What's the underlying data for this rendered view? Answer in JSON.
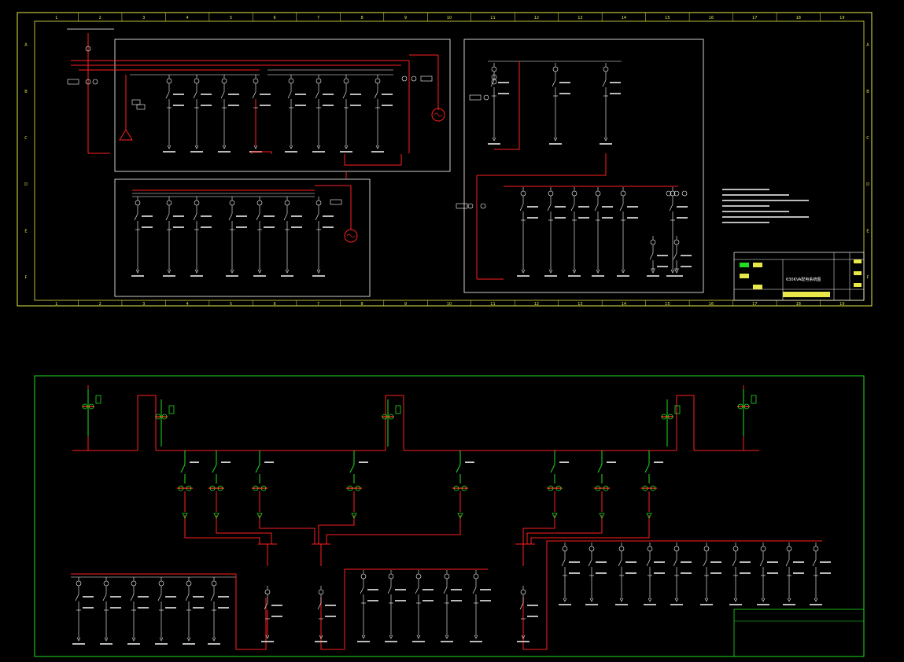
{
  "sheet_top": {
    "grid_cols": [
      "1",
      "2",
      "3",
      "4",
      "5",
      "6",
      "7",
      "8",
      "9",
      "10",
      "11",
      "12",
      "13",
      "14",
      "15",
      "16",
      "17",
      "18",
      "19"
    ],
    "grid_rows": [
      "A",
      "B",
      "C",
      "D",
      "E",
      "F"
    ],
    "title_block": {
      "drawing_title": "630KVA配电系统图"
    }
  },
  "colors": {
    "background": "#000000",
    "frame_top": "#e8e84a",
    "frame_bottom": "#22dd22",
    "bus": "#ff2020",
    "equipment": "#ffffff",
    "switch_green": "#22dd22"
  }
}
